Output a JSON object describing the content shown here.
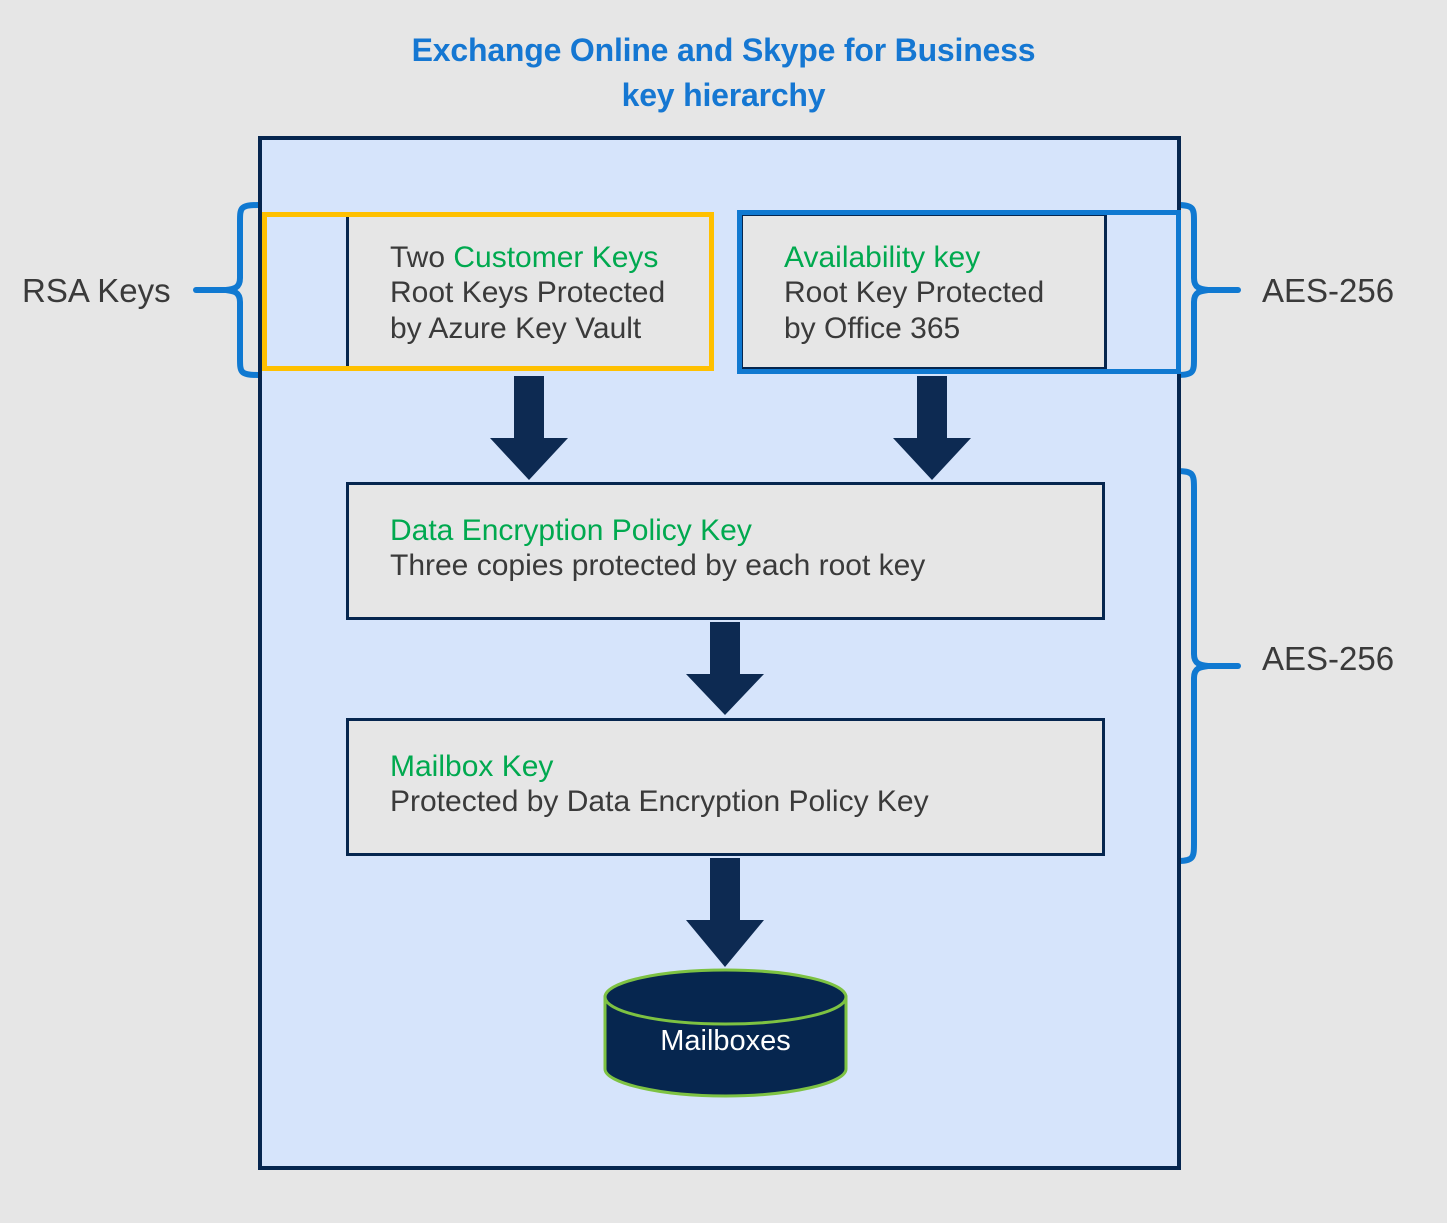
{
  "title": {
    "line1": "Exchange Online and Skype for Business",
    "line2": "key hierarchy"
  },
  "colors": {
    "page_background": "#e6e6e6",
    "container_fill": "#d6e4fb",
    "container_border": "#06264f",
    "box_fill": "#e6e6e6",
    "box_border": "#06264f",
    "title_blue": "#1577d2",
    "accent_green": "#00a94f",
    "customer_key_frame": "#ffc000",
    "availability_key_frame": "#1079d1",
    "brace_blue": "#1079d1",
    "arrow_navy": "#0d2a52",
    "cylinder_fill": "#06264f",
    "cylinder_edge": "#7dc242",
    "cylinder_text": "#ffffff",
    "body_text": "#3a3a3a"
  },
  "boxes": {
    "customer_keys": {
      "line1_prefix": "Two ",
      "line1_highlight": "Customer Keys",
      "line2": "Root Keys Protected",
      "line3": "by Azure Key Vault"
    },
    "availability_key": {
      "line1": "Availability key",
      "line2": "Root Key Protected",
      "line3": "by Office 365"
    },
    "data_encryption_policy_key": {
      "line1": "Data Encryption Policy Key",
      "line2": "Three copies protected by each root key"
    },
    "mailbox_key": {
      "line1": "Mailbox Key",
      "line2": "Protected by Data Encryption Policy Key"
    }
  },
  "datastore": {
    "label": "Mailboxes"
  },
  "annotations": {
    "rsa_keys": "RSA Keys",
    "aes_top": "AES-256",
    "aes_middle": "AES-256"
  }
}
